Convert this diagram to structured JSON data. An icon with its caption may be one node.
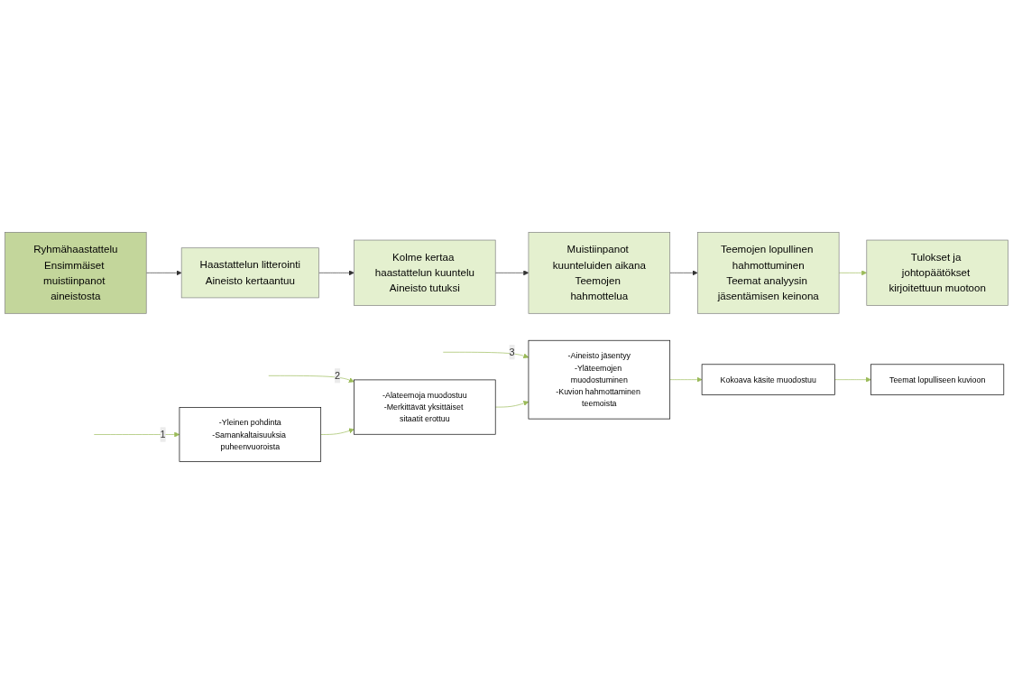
{
  "diagram": {
    "nodes": [
      {
        "text": [
          "Ryhmähaastattelu",
          "Ensimmäiset muistiinpanot aineistosta"
        ]
      },
      {
        "text": [
          "Haastattelun litterointi",
          "Aineisto kertaantuu"
        ]
      },
      {
        "text": [
          "Kolme kertaa haastattelun kuuntelu",
          "Aineisto tutuksi"
        ]
      },
      {
        "text": [
          "Muistiinpanot kuunteluiden aikana",
          "Teemojen hahmottelua"
        ]
      },
      {
        "text": [
          "Teemojen lopullinen hahmottuminen",
          "Teemat analyysin jäsentämisen keinona"
        ]
      },
      {
        "text": [
          "Tulokset ja johtopäätökset kirjoitettuun muotoon"
        ]
      },
      {
        "text": [
          "-Yleinen pohdinta",
          "-Samankaltaisuuksia puheenvuoroista"
        ]
      },
      {
        "text": [
          "-Alateemoja muodostuu",
          "-Merkittävät yksittäiset sitaatit erottuu"
        ]
      },
      {
        "text": [
          "-Aineisto jäsentyy",
          "-Yläteemojen muodostuminen",
          "-Kuvion hahmottaminen teemoista"
        ]
      },
      {
        "text": [
          "Kokoava käsite muodostuu"
        ]
      },
      {
        "text": [
          "Teemat lopulliseen kuvioon"
        ]
      }
    ],
    "edges": [
      {
        "from": 0,
        "to": 1,
        "arrow": "to",
        "color": "#333333"
      },
      {
        "from": 1,
        "to": 2,
        "arrow": "to",
        "color": "#333333"
      },
      {
        "from": 2,
        "to": 3,
        "arrow": "to",
        "color": "#333333"
      },
      {
        "from": 3,
        "to": 4,
        "arrow": "to",
        "color": "#333333"
      },
      {
        "from": 4,
        "to": 5,
        "arrow": "to"
      },
      {
        "from": null,
        "to": 6,
        "arrow": "to",
        "label": "1"
      },
      {
        "from": null,
        "to": 7,
        "arrow": "to",
        "label": "2"
      },
      {
        "from": null,
        "to": 8,
        "arrow": "to",
        "label": "3"
      },
      {
        "from": 6,
        "to": 7,
        "arrow": "to"
      },
      {
        "from": 7,
        "to": 8,
        "arrow": "to"
      },
      {
        "from": 8,
        "to": 9,
        "arrow": "to"
      },
      {
        "from": 9,
        "to": 10,
        "arrow": "to"
      }
    ]
  }
}
